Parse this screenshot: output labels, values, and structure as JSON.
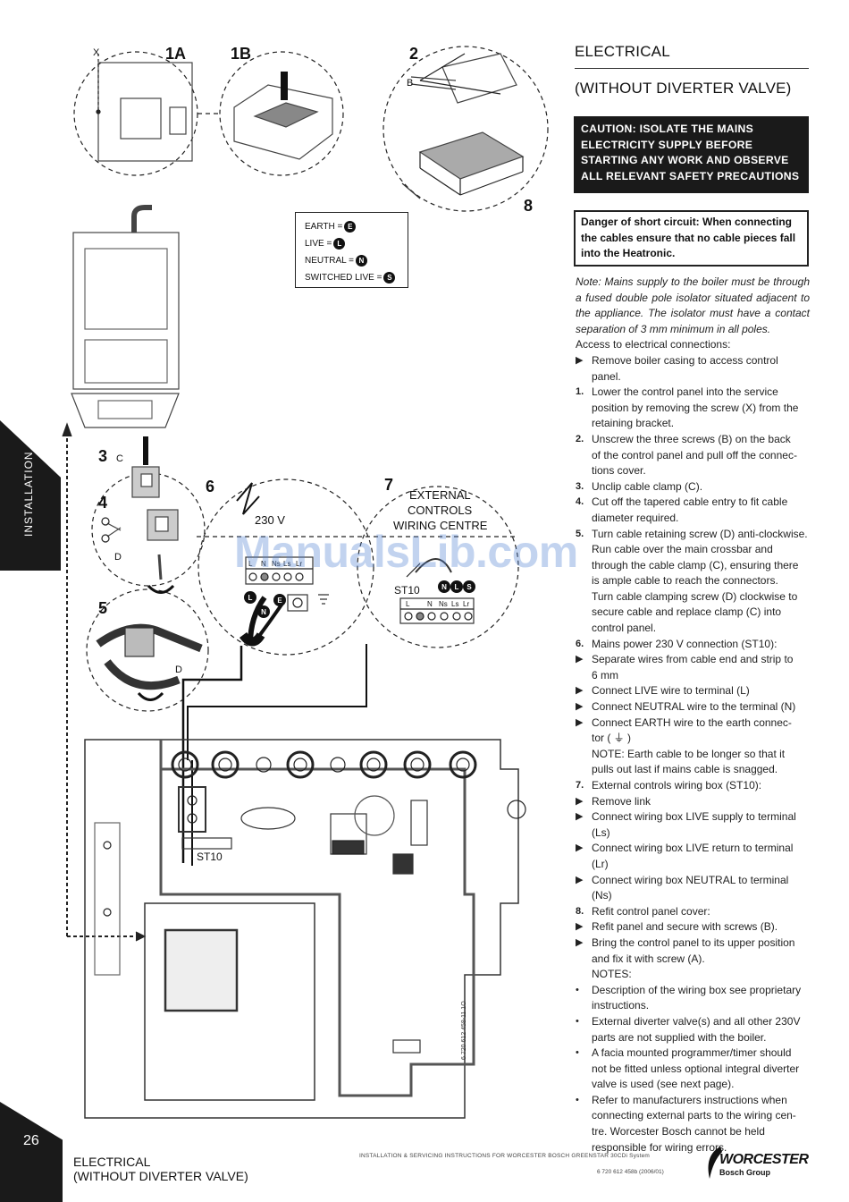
{
  "header": {
    "title": "ELECTRICAL",
    "subtitle": "(WITHOUT DIVERTER VALVE)"
  },
  "side_tab": "INSTALLATION",
  "caution": "CAUTION: ISOLATE THE MAINS ELECTRICITY SUPPLY BEFORE STARTING ANY WORK AND OBSERVE ALL RELEVANT SAFETY PRECAUTIONS",
  "danger": "Danger of short circuit: When connecting the cables ensure that no cable pieces fall into the Heatronic.",
  "note": "Note: Mains supply to the boiler must be through a fused double pole isolator situated adjacent to the appliance. The isolator must have a contact separation of 3 mm minimum in all poles.",
  "lines": [
    {
      "m": "",
      "t": "Access to electrical connections:"
    },
    {
      "m": "▶",
      "t": "Remove boiler casing to access control panel."
    },
    {
      "m": "1.",
      "t": "Lower the control panel into the service"
    },
    {
      "m": "",
      "t": "position by removing the screw (X) from the"
    },
    {
      "m": "",
      "t": "retaining bracket."
    },
    {
      "m": "2.",
      "t": "Unscrew the three screws (B) on the back"
    },
    {
      "m": "",
      "t": "of the control panel and pull off the connec-"
    },
    {
      "m": "",
      "t": "tions cover."
    },
    {
      "m": "3.",
      "t": "Unclip cable clamp (C)."
    },
    {
      "m": "4.",
      "t": "Cut off the tapered cable entry to fit cable"
    },
    {
      "m": "",
      "t": "diameter required."
    },
    {
      "m": "5.",
      "t": "Turn cable retaining screw (D) anti-clockwise."
    },
    {
      "m": "",
      "t": "Run cable over the main crossbar and"
    },
    {
      "m": "",
      "t": "through the cable clamp (C), ensuring there"
    },
    {
      "m": "",
      "t": "is ample cable to reach the connectors."
    },
    {
      "m": "",
      "t": "Turn cable clamping screw (D) clockwise to"
    },
    {
      "m": "",
      "t": "secure cable and replace clamp (C) into"
    },
    {
      "m": "",
      "t": "control panel."
    },
    {
      "m": "6.",
      "t": "Mains power 230 V connection (ST10):"
    },
    {
      "m": "▶",
      "t": "Separate wires from cable end and strip to"
    },
    {
      "m": "",
      "t": "6 mm"
    },
    {
      "m": "▶",
      "t": "Connect LIVE wire to terminal (L)"
    },
    {
      "m": "▶",
      "t": "Connect NEUTRAL wire to the terminal (N)"
    },
    {
      "m": "▶",
      "t": "Connect EARTH wire to the earth connec-"
    },
    {
      "m": "",
      "t": "tor ( ⏚ )"
    },
    {
      "m": "",
      "t": "NOTE: Earth cable to be longer so that it"
    },
    {
      "m": "",
      "t": "pulls out last if mains cable is snagged."
    },
    {
      "m": "7.",
      "t": "External controls wiring box (ST10):"
    },
    {
      "m": "▶",
      "t": "Remove link"
    },
    {
      "m": "▶",
      "t": "Connect wiring box LIVE supply to terminal (Ls)"
    },
    {
      "m": "▶",
      "t": "Connect wiring box LIVE return to terminal (Lr)"
    },
    {
      "m": "▶",
      "t": "Connect wiring box NEUTRAL to terminal (Ns)"
    },
    {
      "m": "8.",
      "t": "Refit control panel cover:"
    },
    {
      "m": "▶",
      "t": "Refit panel and secure with screws (B)."
    },
    {
      "m": "▶",
      "t": "Bring the control panel to its upper position"
    },
    {
      "m": "",
      "t": "and fix it with screw (A)."
    },
    {
      "m": "",
      "t": "NOTES:"
    },
    {
      "m": "•",
      "t": "Description of the wiring box see proprietary"
    },
    {
      "m": "",
      "t": "instructions."
    },
    {
      "m": "•",
      "t": "External diverter valve(s) and all other 230V"
    },
    {
      "m": "",
      "t": "parts are not supplied with the boiler."
    },
    {
      "m": "•",
      "t": "A facia mounted programmer/timer should"
    },
    {
      "m": "",
      "t": "not be fitted unless optional integral diverter"
    },
    {
      "m": "",
      "t": "valve is used (see next page)."
    },
    {
      "m": "•",
      "t": "Refer to manufacturers instructions when"
    },
    {
      "m": "",
      "t": "connecting external parts to the wiring cen-"
    },
    {
      "m": "",
      "t": "tre. Worcester Bosch cannot be held"
    },
    {
      "m": "",
      "t": "responsible for wiring errors."
    }
  ],
  "legend": {
    "earth": "EARTH =",
    "earth_sym": "E",
    "live": "LIVE =",
    "live_sym": "L",
    "neutral": "NEUTRAL =",
    "neutral_sym": "N",
    "switched": "SWITCHED LIVE =",
    "switched_sym": "S"
  },
  "diagram": {
    "step_1a": "1A",
    "step_1b": "1B",
    "step_2": "2",
    "step_3": "3",
    "step_4": "4",
    "step_5": "5",
    "step_6": "6",
    "step_7": "7",
    "step_8": "8",
    "label_x": "X",
    "label_b": "B",
    "label_c": "C",
    "label_d": "D",
    "label_d2": "D",
    "voltage": "230 V",
    "ext_1": "EXTERNAL",
    "ext_2": "CONTROLS",
    "ext_3": "WIRING CENTRE",
    "st10": "ST10",
    "st10_b": "ST10",
    "t_l": "L",
    "t_n": "N",
    "t_ns": "Ns",
    "t_ls": "Ls",
    "t_lr": "Lr",
    "t6_l": "L",
    "t6_n": "N",
    "t6_ns": "Ns",
    "t6_ls": "Ls",
    "t6_lr": "Lr",
    "d_l": "L",
    "d_n": "N",
    "d_e": "E",
    "d7_n": "N",
    "d7_l": "L",
    "d7_s": "S",
    "drawing_code": "6 720 612 458-11.1O"
  },
  "watermark": "ManualsLib.com",
  "footer": {
    "page_number": "26",
    "title_1": "ELECTRICAL",
    "title_2": "(WITHOUT DIVERTER VALVE)",
    "info": "INSTALLATION & SERVICING INSTRUCTIONS FOR WORCESTER BOSCH GREENSTAR 30CDi System",
    "code": "6 720 612 458b (2006/01)",
    "brand": "WORCESTER",
    "brand_sub": "Bosch Group"
  }
}
